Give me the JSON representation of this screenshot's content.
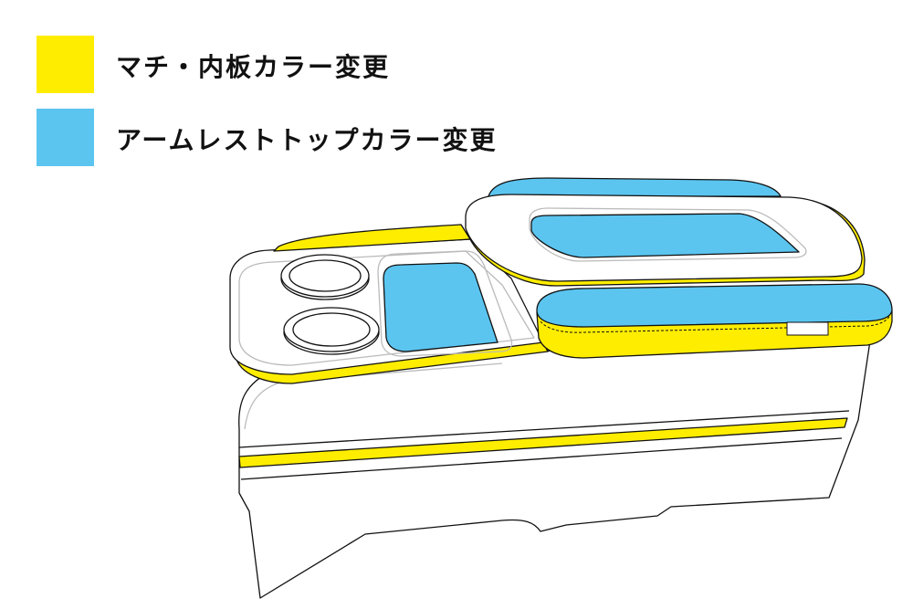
{
  "legend": {
    "items": [
      {
        "label": "マチ・内板カラー変更",
        "color": "#FFED00",
        "meaning": "gusset-inner-panel"
      },
      {
        "label": "アームレストトップカラー変更",
        "color": "#5BC5F0",
        "meaning": "armrest-top"
      }
    ]
  },
  "illustration": {
    "subject": "center console with armrest",
    "colors": {
      "yellow": "#FFED00",
      "blue": "#5BC5F0",
      "outline": "#111111",
      "fill": "#FFFFFF",
      "guide": "#BBBBBB"
    }
  }
}
